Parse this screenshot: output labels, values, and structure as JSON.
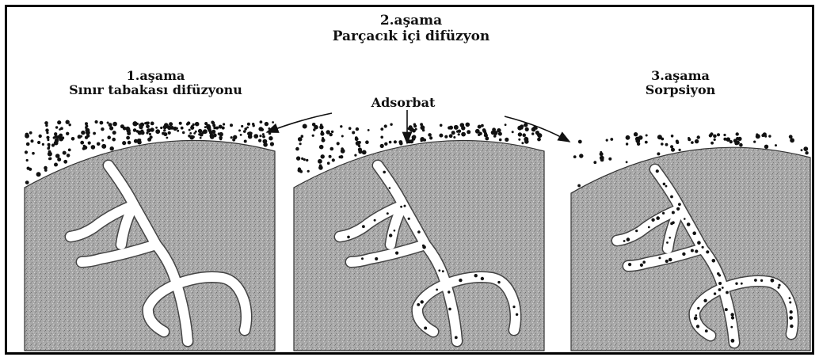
{
  "labels": {
    "stage2_line1": "2.aşama",
    "stage2_line2": "Parçacık içi difüzyon",
    "stage1_line1": "1.aşama",
    "stage1_line2": "Sınır tabakası difüzyonu",
    "stage3_line1": "3.aşama",
    "stage3_line2": "Sorpsiyon",
    "adsorbate": "Adsorbat"
  },
  "colors": {
    "particle_fill": "#a9a9a9",
    "pore": "#ffffff",
    "ink": "#111111",
    "frame": "#000000"
  }
}
